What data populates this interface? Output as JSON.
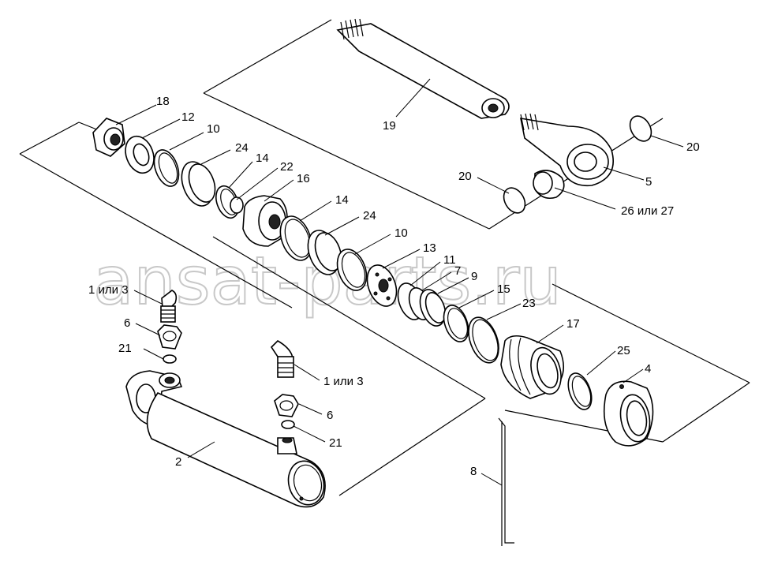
{
  "watermark": "ansat-parts.ru",
  "callouts": {
    "c18": "18",
    "c12": "12",
    "c10a": "10",
    "c24a": "24",
    "c14a": "14",
    "c22": "22",
    "c16": "16",
    "c14b": "14",
    "c24b": "24",
    "c10b": "10",
    "c13": "13",
    "c11": "11",
    "c7": "7",
    "c9": "9",
    "c15": "15",
    "c23": "23",
    "c17": "17",
    "c25": "25",
    "c4": "4",
    "c19": "19",
    "c20a": "20",
    "c20b": "20",
    "c5": "5",
    "c2627": "26 или 27",
    "c1or3a": "1 или 3",
    "c6a": "6",
    "c21a": "21",
    "c1or3b": "1 или 3",
    "c6b": "6",
    "c21b": "21",
    "c2": "2",
    "c8": "8"
  }
}
